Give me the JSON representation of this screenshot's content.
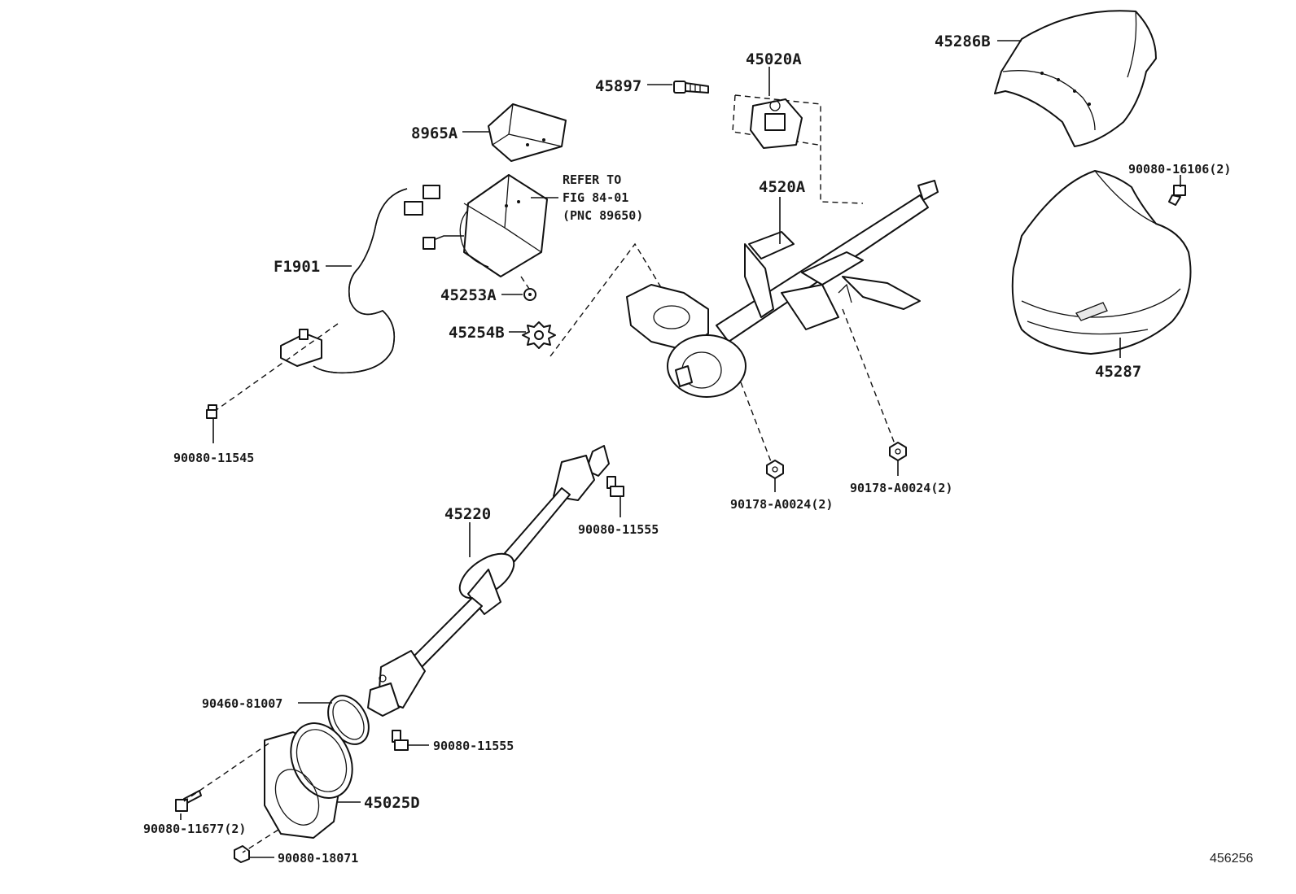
{
  "labels": {
    "l45286B": "45286B",
    "l45020A": "45020A",
    "l45897": "45897",
    "l8965A": "8965A",
    "refer1": "REFER TO",
    "refer2": "FIG 84-01",
    "refer3": "(PNC 89650)",
    "l4520A": "4520A",
    "l90080_16106": "90080-16106(2)",
    "lF1901": "F1901",
    "l45253A": "45253A",
    "l45254B": "45254B",
    "l45287": "45287",
    "l90080_11545": "90080-11545",
    "l90178_a": "90178-A0024(2)",
    "l90178_b": "90178-A0024(2)",
    "l45220": "45220",
    "l90080_11555_a": "90080-11555",
    "l90460": "90460-81007",
    "l90080_11555_b": "90080-11555",
    "l45025D": "45025D",
    "l90080_11677": "90080-11677(2)",
    "l90080_18071": "90080-18071",
    "figno": "456256"
  }
}
